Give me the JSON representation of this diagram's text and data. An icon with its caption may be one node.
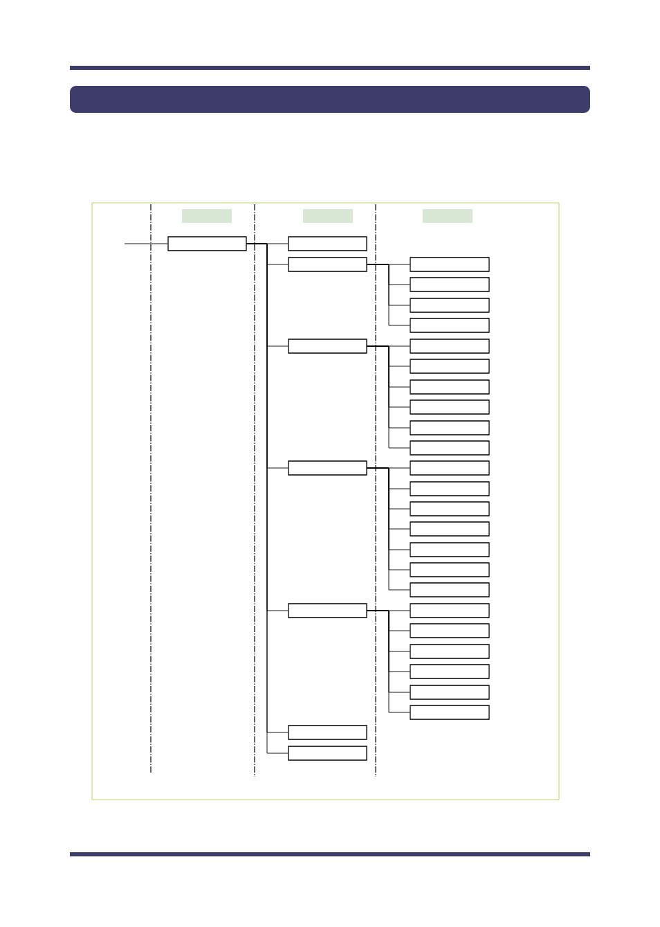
{
  "diagram": {
    "nodes": [
      {
        "text": [],
        "shape": "box"
      },
      {
        "text": [],
        "shape": "box"
      },
      {
        "text": [],
        "shape": "box"
      },
      {
        "text": [],
        "shape": "box"
      },
      {
        "text": [],
        "shape": "box"
      },
      {
        "text": [],
        "shape": "box"
      },
      {
        "text": [],
        "shape": "box"
      },
      {
        "text": [],
        "shape": "box"
      },
      {
        "text": [],
        "shape": "box"
      },
      {
        "text": [],
        "shape": "box"
      },
      {
        "text": [],
        "shape": "box"
      },
      {
        "text": [],
        "shape": "box"
      },
      {
        "text": [],
        "shape": "box"
      },
      {
        "text": [],
        "shape": "box"
      },
      {
        "text": [],
        "shape": "box"
      },
      {
        "text": [],
        "shape": "box"
      },
      {
        "text": [],
        "shape": "box"
      },
      {
        "text": [],
        "shape": "box"
      },
      {
        "text": [],
        "shape": "box"
      },
      {
        "text": [],
        "shape": "box"
      },
      {
        "text": [],
        "shape": "box"
      },
      {
        "text": [],
        "shape": "box"
      },
      {
        "text": [],
        "shape": "box"
      },
      {
        "text": [],
        "shape": "box"
      },
      {
        "text": [],
        "shape": "box"
      },
      {
        "text": [],
        "shape": "box"
      },
      {
        "text": [],
        "shape": "box"
      },
      {
        "text": [],
        "shape": "box"
      },
      {
        "text": [],
        "shape": "box"
      },
      {
        "text": [],
        "shape": "box"
      },
      {
        "text": [],
        "shape": "box"
      },
      {
        "text": [],
        "shape": "box"
      },
      {
        "text": [],
        "shape": "box"
      },
      {
        "text": [],
        "shape": "box"
      }
    ],
    "edges": [
      {
        "from": null,
        "to": 3,
        "arrow": "none"
      },
      {
        "from": 3,
        "to": 4,
        "arrow": "none"
      },
      {
        "from": 3,
        "to": 5,
        "arrow": "none"
      },
      {
        "from": 3,
        "to": 6,
        "arrow": "none"
      },
      {
        "from": 3,
        "to": 7,
        "arrow": "none"
      },
      {
        "from": 3,
        "to": 8,
        "arrow": "none"
      },
      {
        "from": 3,
        "to": 9,
        "arrow": "none"
      },
      {
        "from": 3,
        "to": 10,
        "arrow": "none"
      },
      {
        "from": 5,
        "to": 11,
        "arrow": "none"
      },
      {
        "from": 5,
        "to": 12,
        "arrow": "none"
      },
      {
        "from": 5,
        "to": 13,
        "arrow": "none"
      },
      {
        "from": 5,
        "to": 14,
        "arrow": "none"
      },
      {
        "from": 6,
        "to": 15,
        "arrow": "none"
      },
      {
        "from": 6,
        "to": 16,
        "arrow": "none"
      },
      {
        "from": 6,
        "to": 17,
        "arrow": "none"
      },
      {
        "from": 6,
        "to": 18,
        "arrow": "none"
      },
      {
        "from": 6,
        "to": 19,
        "arrow": "none"
      },
      {
        "from": 6,
        "to": 20,
        "arrow": "none"
      },
      {
        "from": 7,
        "to": 21,
        "arrow": "none"
      },
      {
        "from": 7,
        "to": 22,
        "arrow": "none"
      },
      {
        "from": 7,
        "to": 23,
        "arrow": "none"
      },
      {
        "from": 7,
        "to": 24,
        "arrow": "none"
      },
      {
        "from": 7,
        "to": 25,
        "arrow": "none"
      },
      {
        "from": 7,
        "to": 26,
        "arrow": "none"
      },
      {
        "from": 7,
        "to": 27,
        "arrow": "none"
      },
      {
        "from": 8,
        "to": 28,
        "arrow": "none"
      },
      {
        "from": 8,
        "to": 29,
        "arrow": "none"
      },
      {
        "from": 8,
        "to": 30,
        "arrow": "none"
      },
      {
        "from": 8,
        "to": 31,
        "arrow": "none"
      },
      {
        "from": 8,
        "to": 32,
        "arrow": "none"
      },
      {
        "from": 8,
        "to": 33,
        "arrow": "none"
      }
    ]
  }
}
